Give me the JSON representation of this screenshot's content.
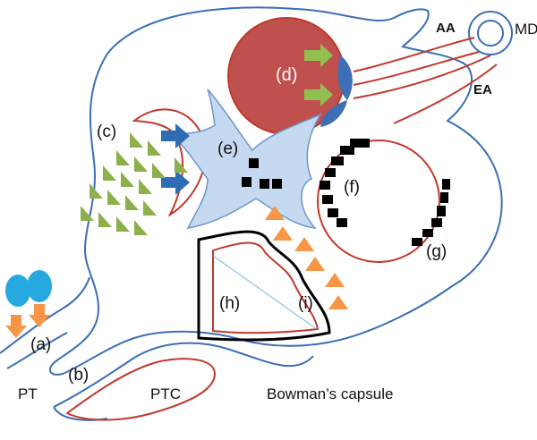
{
  "labels": {
    "aa": "AA",
    "md": "MD",
    "ea": "EA",
    "a": "(a)",
    "b": "(b)",
    "c": "(c)",
    "d": "(d)",
    "e": "(e)",
    "f": "(f)",
    "g": "(g)",
    "h": "(h)",
    "i": "(i)",
    "pt": "PT",
    "ptc": "PTC",
    "bowman": "Bowman’s capsule"
  },
  "colors": {
    "outline_blue": "#3a6fb5",
    "vessel_red": "#c0392b",
    "glomerulus_fill": "#c0504d",
    "mesangial_fill": "#c5d9f1",
    "green_triangle": "#8db04a",
    "orange_triangle": "#f79646",
    "blue_arrow": "#2e6db4",
    "green_arrow": "#92c050",
    "deposit_black": "#000000",
    "teal_cell": "#26a9e0"
  }
}
